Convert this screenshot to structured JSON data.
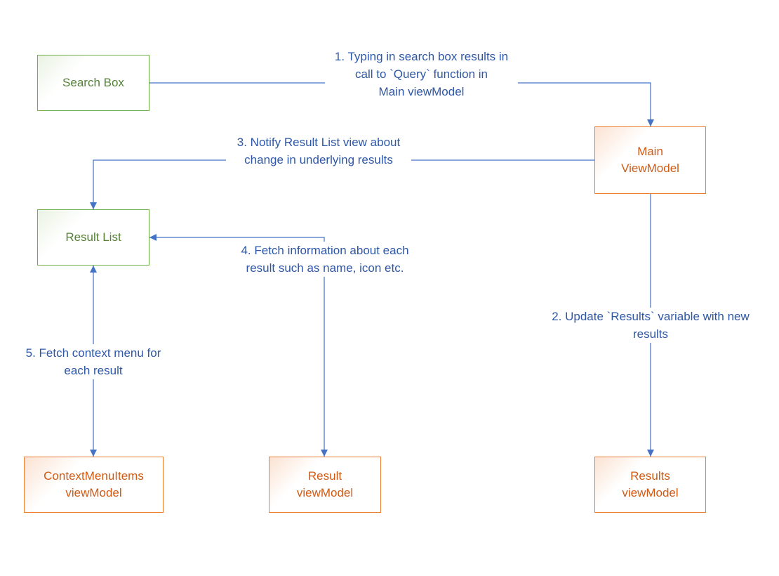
{
  "colors": {
    "connector": "#4472c4",
    "label_text": "#2e57a6",
    "view_border": "#70ad47",
    "view_text": "#548235",
    "viewmodel_border": "#ed7d31",
    "viewmodel_text": "#d05a14"
  },
  "nodes": {
    "search_box": {
      "line1": "Search Box"
    },
    "main_viewmodel": {
      "line1": "Main",
      "line2": "ViewModel"
    },
    "result_list": {
      "line1": "Result List"
    },
    "contextmenu_viewmodel": {
      "line1": "ContextMenuItems",
      "line2": "viewModel"
    },
    "result_viewmodel": {
      "line1": "Result",
      "line2": "viewModel"
    },
    "results_viewmodel": {
      "line1": "Results",
      "line2": "viewModel"
    }
  },
  "edges": {
    "step1": {
      "line1": "1. Typing in search box results in",
      "line2": "call to `Query` function in",
      "line3": "Main viewModel"
    },
    "step2": {
      "line1": "2. Update `Results` variable with new",
      "line2": "results"
    },
    "step3": {
      "line1": "3. Notify Result List view about",
      "line2": "change in underlying results"
    },
    "step4": {
      "line1": "4. Fetch information about each",
      "line2": "result such as name, icon etc."
    },
    "step5": {
      "line1": "5. Fetch context menu for",
      "line2": "each result"
    }
  }
}
